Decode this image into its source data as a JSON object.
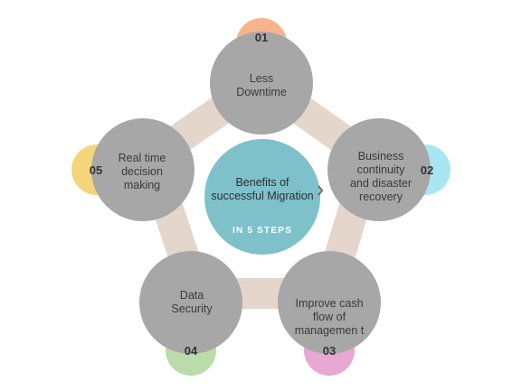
{
  "center": {
    "title": "Benefits of successful Migration",
    "subtitle": "IN 5 STEPS"
  },
  "steps": [
    {
      "number": "01",
      "label": "Less Downtime",
      "color": "#f7b38c"
    },
    {
      "number": "02",
      "label": "Business continuity and disaster recovery",
      "color": "#a9e6f4"
    },
    {
      "number": "03",
      "label": "Improve cash flow of managemen t",
      "color": "#e7a9d3"
    },
    {
      "number": "04",
      "label": "Data Security",
      "color": "#b9dca8"
    },
    {
      "number": "05",
      "label": "Real time decision making",
      "color": "#f5d57a"
    }
  ],
  "colors": {
    "ring": "#e5d6cc",
    "step_circle": "#a7a7a7",
    "center_circle": "#7ec1cb"
  }
}
